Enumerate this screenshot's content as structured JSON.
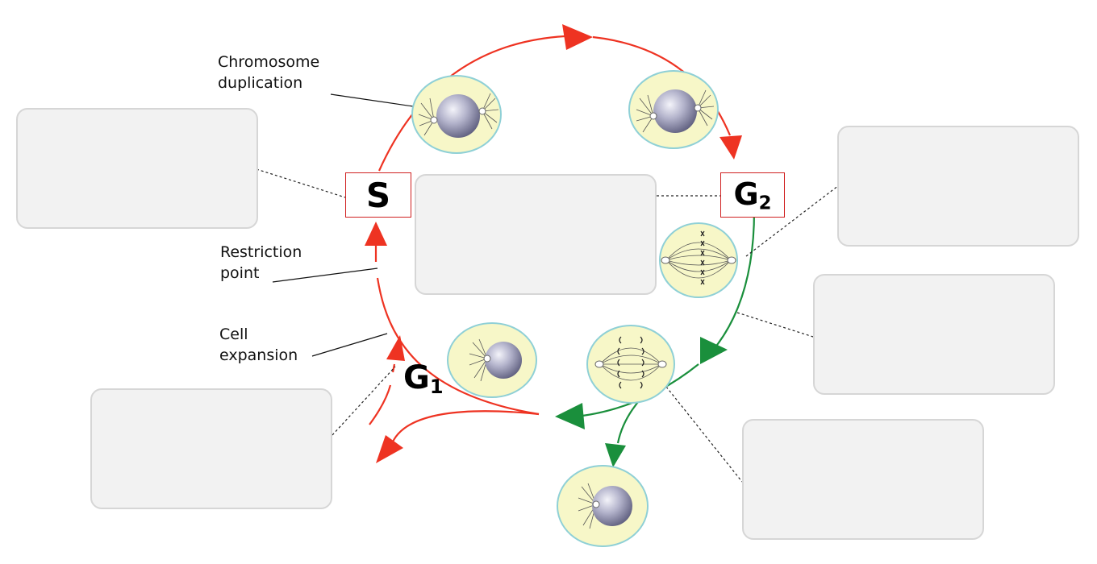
{
  "labels": {
    "chromosome_duplication_line1": "Chromosome",
    "chromosome_duplication_line2": "duplication",
    "restriction_point_line1": "Restriction",
    "restriction_point_line2": "point",
    "cell_expansion_line1": "Cell",
    "cell_expansion_line2": "expansion"
  },
  "phases": {
    "s": "S",
    "g2_main": "G",
    "g2_sub": "2",
    "g1_main": "G",
    "g1_sub": "1"
  },
  "colors": {
    "red_arrow": "#ee3322",
    "green_arrow": "#1a8f3c",
    "cell_fill": "#f7f7c8",
    "cell_border": "#8fd0d6",
    "nucleus": "#9a9ab8",
    "blank_box": "#f2f2f2",
    "phase_box_border": "#d02020"
  },
  "blank_label_boxes": 6
}
